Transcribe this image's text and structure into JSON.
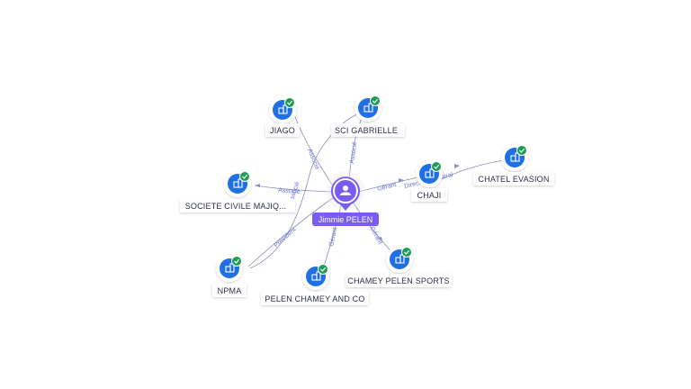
{
  "colors": {
    "node_blue": "#1f6fe5",
    "check_green": "#1f9d55",
    "center_purple": "#7b5cf0",
    "edge_stroke": "#8a8fb8",
    "edge_label": "#6b6fd6",
    "label_text": "#2b2f45"
  },
  "center": {
    "label": "Jimmie PELEN",
    "icon": "user-icon"
  },
  "nodes": [
    {
      "id": "jiago",
      "label": "JIAGO",
      "icon": "building-icon",
      "verified": true
    },
    {
      "id": "sci-gabrielle",
      "label": "SCI GABRIELLE",
      "icon": "building-icon",
      "verified": true
    },
    {
      "id": "societe-civile",
      "label": "SOCIETE CIVILE MAJIQ...",
      "icon": "building-icon",
      "verified": true
    },
    {
      "id": "chaji",
      "label": "CHAJI",
      "icon": "building-icon",
      "verified": true
    },
    {
      "id": "chatel-evasion",
      "label": "CHATEL EVASION",
      "icon": "building-icon",
      "verified": true
    },
    {
      "id": "npma",
      "label": "NPMA",
      "icon": "building-icon",
      "verified": true
    },
    {
      "id": "pelen-chamey",
      "label": "PELEN CHAMEY AND CO",
      "icon": "building-icon",
      "verified": true
    },
    {
      "id": "chamey-sports",
      "label": "CHAMEY PELEN SPORTS",
      "icon": "building-icon",
      "verified": true
    }
  ],
  "edges": [
    {
      "from": "center",
      "to": "jiago",
      "label": "Associé"
    },
    {
      "from": "center",
      "to": "sci-gabrielle",
      "label": "Associé"
    },
    {
      "from": "center",
      "to": "societe-civile",
      "label": "Associé"
    },
    {
      "from": "center",
      "to": "chaji",
      "label": "Gérant"
    },
    {
      "from": "chaji",
      "to": "chatel-evasion",
      "label": "Directeur Général"
    },
    {
      "from": "center",
      "to": "npma",
      "label": "Président"
    },
    {
      "from": "npma",
      "to": "sci-gabrielle",
      "label": "Associé"
    },
    {
      "from": "center",
      "to": "pelen-chamey",
      "label": "Gérant"
    },
    {
      "from": "center",
      "to": "chamey-sports",
      "label": "Gérant"
    }
  ]
}
